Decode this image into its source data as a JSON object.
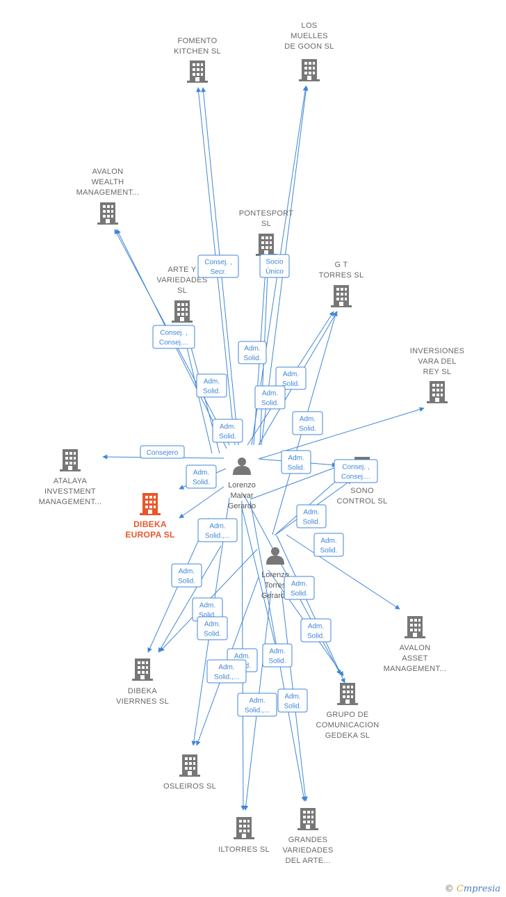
{
  "colors": {
    "edge": "#3f86d8",
    "company": "#777777",
    "main": "#e8562a",
    "person": "#777777"
  },
  "companies": [
    {
      "id": "fomento",
      "lines": [
        "FOMENTO",
        "KITCHEN  SL"
      ]
    },
    {
      "id": "muelles",
      "lines": [
        "LOS",
        "MUELLES",
        "DE GOON  SL"
      ]
    },
    {
      "id": "avalon_wealth",
      "lines": [
        "AVALON",
        "WEALTH",
        "MANAGEMENT..."
      ]
    },
    {
      "id": "pontesport",
      "lines": [
        "PONTESPORT",
        "SL"
      ]
    },
    {
      "id": "arte",
      "lines": [
        "ARTE Y",
        "VARIEDADES",
        "SL"
      ]
    },
    {
      "id": "gt_torres",
      "lines": [
        "G T",
        "TORRES  SL"
      ]
    },
    {
      "id": "inversiones",
      "lines": [
        "INVERSIONES",
        "VARA DEL",
        "REY SL"
      ]
    },
    {
      "id": "atalaya",
      "lines": [
        "ATALAYA",
        "INVESTMENT",
        "MANAGEMENT..."
      ]
    },
    {
      "id": "dibeka_europa",
      "lines": [
        "DIBEKA",
        "EUROPA  SL"
      ],
      "main": true
    },
    {
      "id": "sono",
      "lines": [
        "SONO",
        "CONTROL  SL"
      ]
    },
    {
      "id": "avalon_asset",
      "lines": [
        "AVALON",
        "ASSET",
        "MANAGEMENT..."
      ]
    },
    {
      "id": "dibeka_vierrnes",
      "lines": [
        "DIBEKA",
        "VIERRNES  SL"
      ]
    },
    {
      "id": "grupo",
      "lines": [
        "GRUPO DE",
        "COMUNICACION",
        "GEDEKA  SL"
      ]
    },
    {
      "id": "osleiros",
      "lines": [
        "OSLEIROS  SL"
      ]
    },
    {
      "id": "iltorres",
      "lines": [
        "ILTORRES  SL"
      ]
    },
    {
      "id": "grandes",
      "lines": [
        "GRANDES",
        "VARIEDADES",
        "DEL ARTE..."
      ]
    }
  ],
  "persons": [
    {
      "id": "malvar",
      "lines": [
        "Lorenzo",
        "Malvar",
        "Gerardo"
      ]
    },
    {
      "id": "torres",
      "lines": [
        "Lorenzo",
        "Torres",
        "Gerardo"
      ]
    }
  ],
  "edge_labels": [
    {
      "id": "l1",
      "lines": [
        "Consej. ,",
        "Secr."
      ]
    },
    {
      "id": "l2",
      "lines": [
        "Socio",
        "Único"
      ]
    },
    {
      "id": "l3",
      "lines": [
        "Consej. ,",
        "Consej...."
      ]
    },
    {
      "id": "l4",
      "lines": [
        "Adm.",
        "Solid."
      ]
    },
    {
      "id": "l5",
      "lines": [
        "Adm.",
        "Solid."
      ]
    },
    {
      "id": "l6",
      "lines": [
        "Adm.",
        "Solid."
      ]
    },
    {
      "id": "l7",
      "lines": [
        "Adm.",
        "Solid."
      ]
    },
    {
      "id": "l8",
      "lines": [
        "Adm.",
        "Solid."
      ]
    },
    {
      "id": "l9",
      "lines": [
        "Adm.",
        "Solid."
      ]
    },
    {
      "id": "l10",
      "lines": [
        "Consejero"
      ]
    },
    {
      "id": "l11",
      "lines": [
        "Adm.",
        "Solid."
      ]
    },
    {
      "id": "l12",
      "lines": [
        "Adm.",
        "Solid."
      ]
    },
    {
      "id": "l13",
      "lines": [
        "Consej. ,",
        "Consej...."
      ]
    },
    {
      "id": "l14",
      "lines": [
        "Adm.",
        "Solid.,..."
      ]
    },
    {
      "id": "l15",
      "lines": [
        "Adm.",
        "Solid."
      ]
    },
    {
      "id": "l16",
      "lines": [
        "Adm.",
        "Solid."
      ]
    },
    {
      "id": "l17",
      "lines": [
        "Adm.",
        "Solid."
      ]
    },
    {
      "id": "l18",
      "lines": [
        "Adm.",
        "Solid."
      ]
    },
    {
      "id": "l19",
      "lines": [
        "Adm.",
        "Solid."
      ]
    },
    {
      "id": "l20",
      "lines": [
        "Adm.",
        "Solid."
      ]
    },
    {
      "id": "l21",
      "lines": [
        "Adm.",
        "Solid."
      ]
    },
    {
      "id": "l22",
      "lines": [
        "Adm.",
        "Solid."
      ]
    },
    {
      "id": "l23",
      "lines": [
        "Adm.",
        "Solid.,..."
      ]
    },
    {
      "id": "l24",
      "lines": [
        "Adm.",
        "Solid."
      ]
    },
    {
      "id": "l25",
      "lines": [
        "Adm.",
        "Solid.,..."
      ]
    },
    {
      "id": "l26",
      "lines": [
        "Adm.",
        "Solid."
      ]
    }
  ],
  "footer": {
    "copyright": "©",
    "brand_first": "C",
    "brand_rest": "mpresia"
  }
}
